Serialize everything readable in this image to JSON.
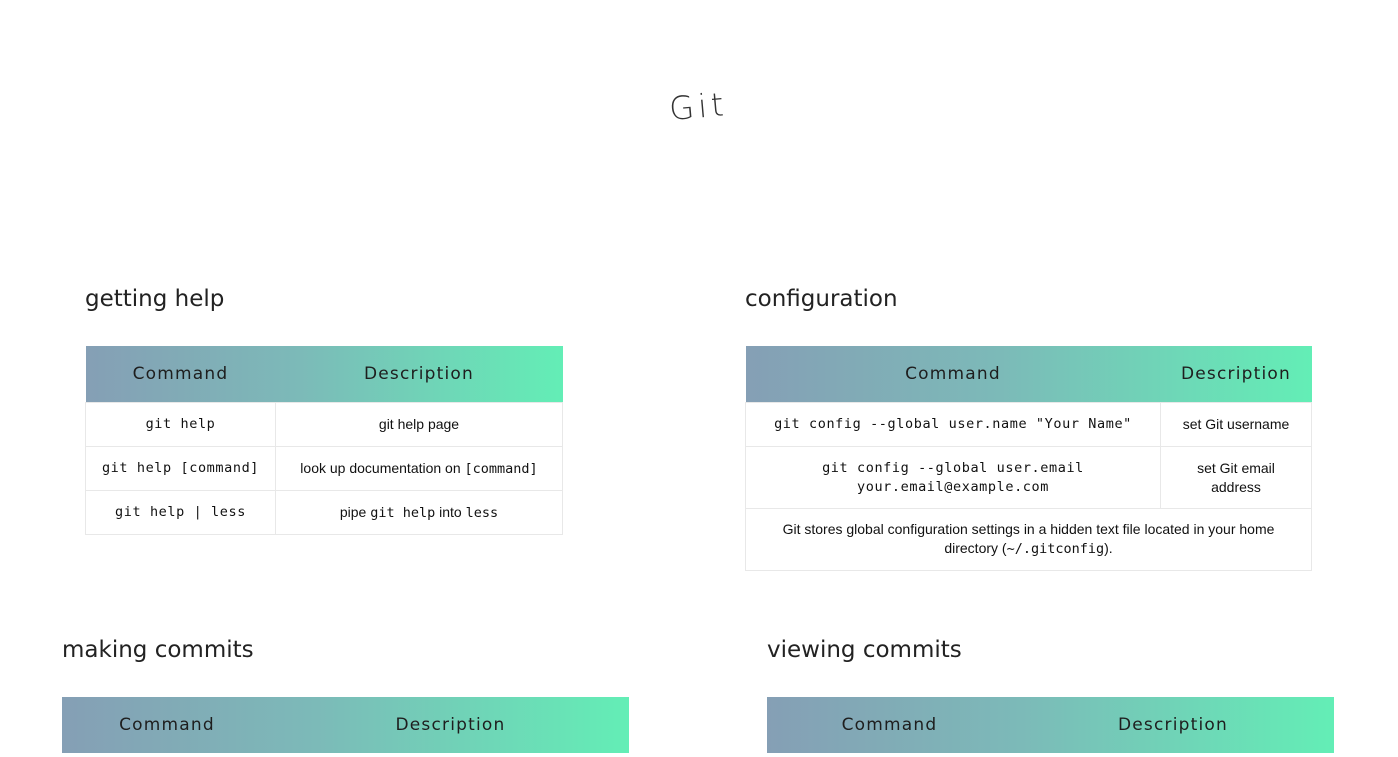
{
  "title": "Git",
  "sections": {
    "help": {
      "heading": "getting help",
      "col_command": "Command",
      "col_description": "Description",
      "rows": [
        {
          "command": "git help",
          "description": "git help page"
        },
        {
          "command": "git help [command]",
          "desc_pre": "look up documentation on ",
          "desc_code": "[command]"
        },
        {
          "command": "git help | less",
          "desc_pre": "pipe ",
          "desc_code": "git help",
          "desc_mid": " into ",
          "desc_code2": "less"
        }
      ]
    },
    "config": {
      "heading": "configuration",
      "col_command": "Command",
      "col_description": "Description",
      "rows": [
        {
          "command": "git config --global user.name \"Your Name\"",
          "description": "set Git username"
        },
        {
          "command": "git config --global user.email your.email@example.com",
          "description": "set Git email address"
        }
      ],
      "note_pre": "Git stores global configuration settings in a hidden text file located in your home directory (",
      "note_code": "~/.gitconfig",
      "note_post": ")."
    },
    "making": {
      "heading": "making commits",
      "col_command": "Command",
      "col_description": "Description"
    },
    "viewing": {
      "heading": "viewing commits",
      "col_command": "Command",
      "col_description": "Description"
    }
  }
}
